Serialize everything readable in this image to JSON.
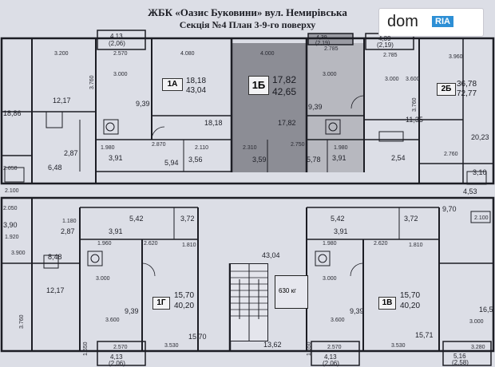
{
  "header": {
    "line1": "ЖБК «Оазис Буковини» вул. Немирівська",
    "line2": "Секція №4   План 3-9-го поверху"
  },
  "logo": {
    "text": "dom",
    "badge": "RIA"
  },
  "colors": {
    "highlight": "#8c8d95",
    "lines": "#1c1d24",
    "paper": "#dcdee6"
  },
  "apartments": {
    "a1": {
      "code": "1А",
      "living": "18,18",
      "total": "43,04"
    },
    "b1": {
      "code": "1Б",
      "living": "17,82",
      "total": "42,65"
    },
    "b2": {
      "code": "2Б",
      "living": "36,78",
      "total": "72,77"
    },
    "g1": {
      "code": "1Г",
      "living": "15,70",
      "total": "40,20"
    },
    "v1": {
      "code": "1В",
      "living": "15,70",
      "total": "40,20"
    }
  },
  "lift_label": "630 кг",
  "corridor_area": "43,04",
  "stair_area": "13,62",
  "balconies": {
    "top_a": {
      "area": "4,13",
      "sub": "(2,06)"
    },
    "top_b1": {
      "area": "4,39",
      "sub": "(2,19)"
    },
    "top_b2": {
      "area": "4,39",
      "sub": "(2,19)"
    },
    "bottom_g": {
      "area": "4,13",
      "sub": "(2,06)"
    },
    "bottom_v": {
      "area": "4,13",
      "sub": "(2,06)"
    },
    "bottom_r": {
      "area": "5,16",
      "sub": "(2,58)"
    }
  },
  "labels": {
    "t1": "3.200",
    "t2": "2.570",
    "t3": "4.080",
    "t4": "4.000",
    "t5": "2.785",
    "t6": "2.785",
    "t7": "3.960",
    "a1": "3.000",
    "a2": "3.000",
    "a3": "3.000",
    "a4": "3.600",
    "r1": "12,17",
    "r2": "9,39",
    "r3": "18,18",
    "r4": "17,82",
    "r5": "9,39",
    "r6": "11,35",
    "r7": "20,23",
    "r8": "18,86",
    "r9": "2,87",
    "r10": "3,91",
    "r11": "3,91",
    "r12": "3,56",
    "r13": "3,59",
    "r14": "5,78",
    "r15": "5,94",
    "r16": "6,48",
    "r17": "2,54",
    "r18": "3,10",
    "r19": "4,53",
    "r20": "9,70",
    "m1": "1.980",
    "m2": "2.870",
    "m3": "2.110",
    "m4": "2.310",
    "m5": "2.750",
    "m6": "1.980",
    "m7": "2.760",
    "m8": "2.050",
    "m9": "3.760",
    "m10": "3.760",
    "m11": "3.760",
    "l1": "5,42",
    "l2": "3,72",
    "l3": "5,42",
    "l4": "3,72",
    "l5": "1.180",
    "l6": "2,87",
    "l7": "3,91",
    "l8": "3,91",
    "l9": "1.960",
    "l10": "2.620",
    "l11": "1.980",
    "l12": "2.620",
    "l13": "1.810",
    "l14": "1.810",
    "l15": "8,48",
    "l16": "12,17",
    "l17": "3.900",
    "l18": "3.000",
    "l19": "9,39",
    "l20": "9,39",
    "l21": "3.600",
    "l22": "3.000",
    "l23": "3.600",
    "l24": "15,70",
    "l25": "15,71",
    "l26": "3.530",
    "l27": "3.530",
    "l28": "16,5",
    "l29": "3.000",
    "l30": "2.570",
    "l31": "2.570",
    "l32": "3.280",
    "l33": "2.100",
    "l34": "1.550",
    "l35": "1.550",
    "l36": "3,90",
    "l37": "2.050",
    "l38": "1.920",
    "l39": "2.100"
  }
}
